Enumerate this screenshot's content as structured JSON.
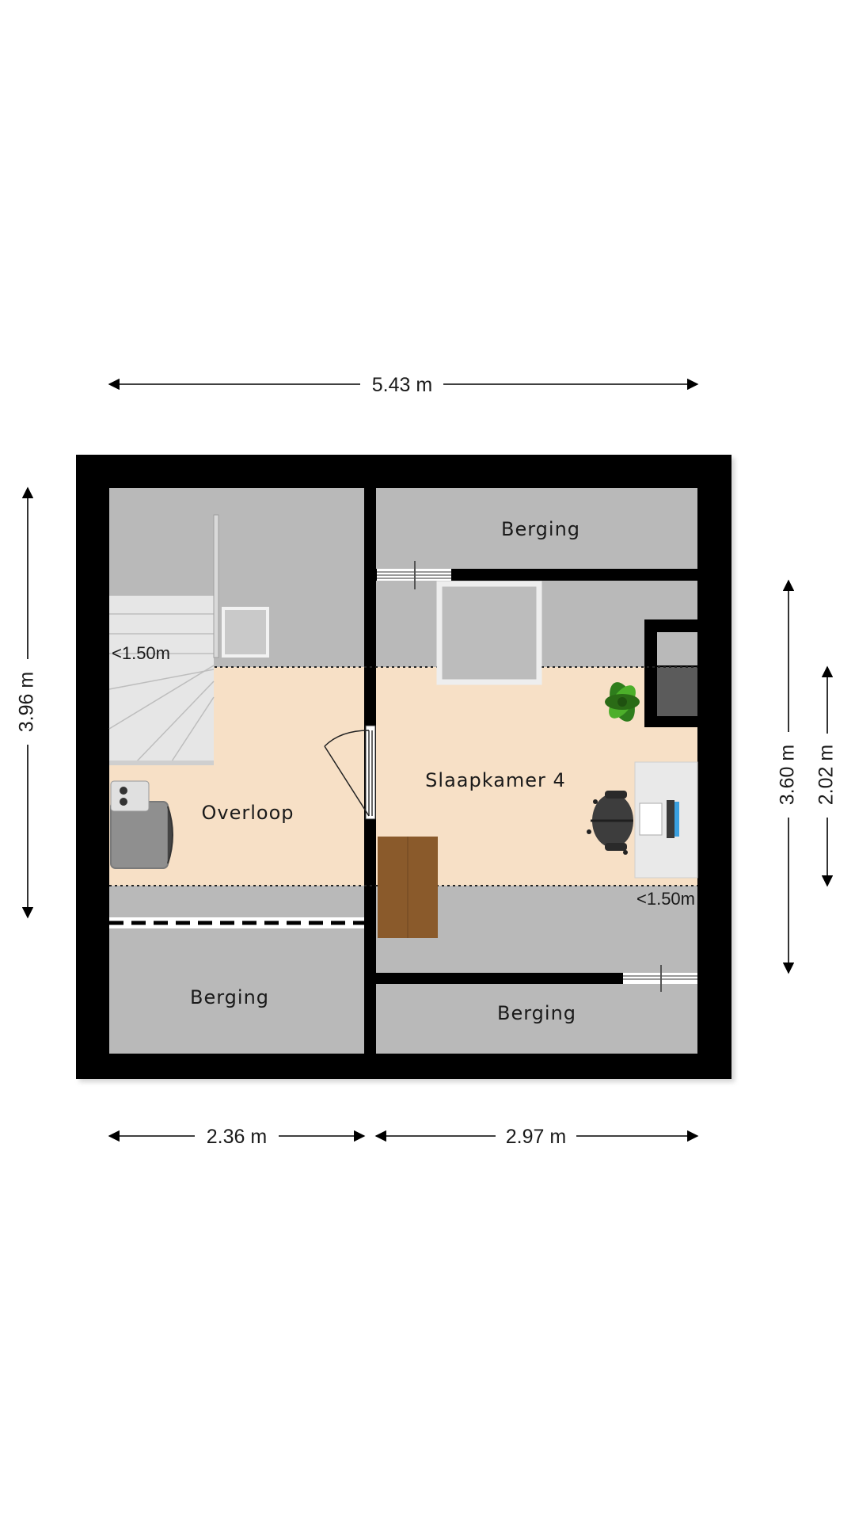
{
  "rooms": {
    "overloop": "Overloop",
    "slaapkamer": "Slaapkamer 4",
    "berging_top_right": "Berging",
    "berging_bottom_left": "Berging",
    "berging_bottom_right": "Berging"
  },
  "dimensions": {
    "total_width": "5.43 m",
    "total_depth": "3.96 m",
    "width_left": "2.36 m",
    "width_right": "2.97 m",
    "depth_bedroom": "3.60 m",
    "depth_full_height": "2.02 m"
  },
  "height_markers": {
    "left": "<1.50m",
    "right": "<1.50m"
  },
  "colors": {
    "wall": "#000000",
    "floor_low": "#b9b9b9",
    "floor_full_height": "#f7e0c6",
    "desk_wood": "#8a5a2b"
  }
}
